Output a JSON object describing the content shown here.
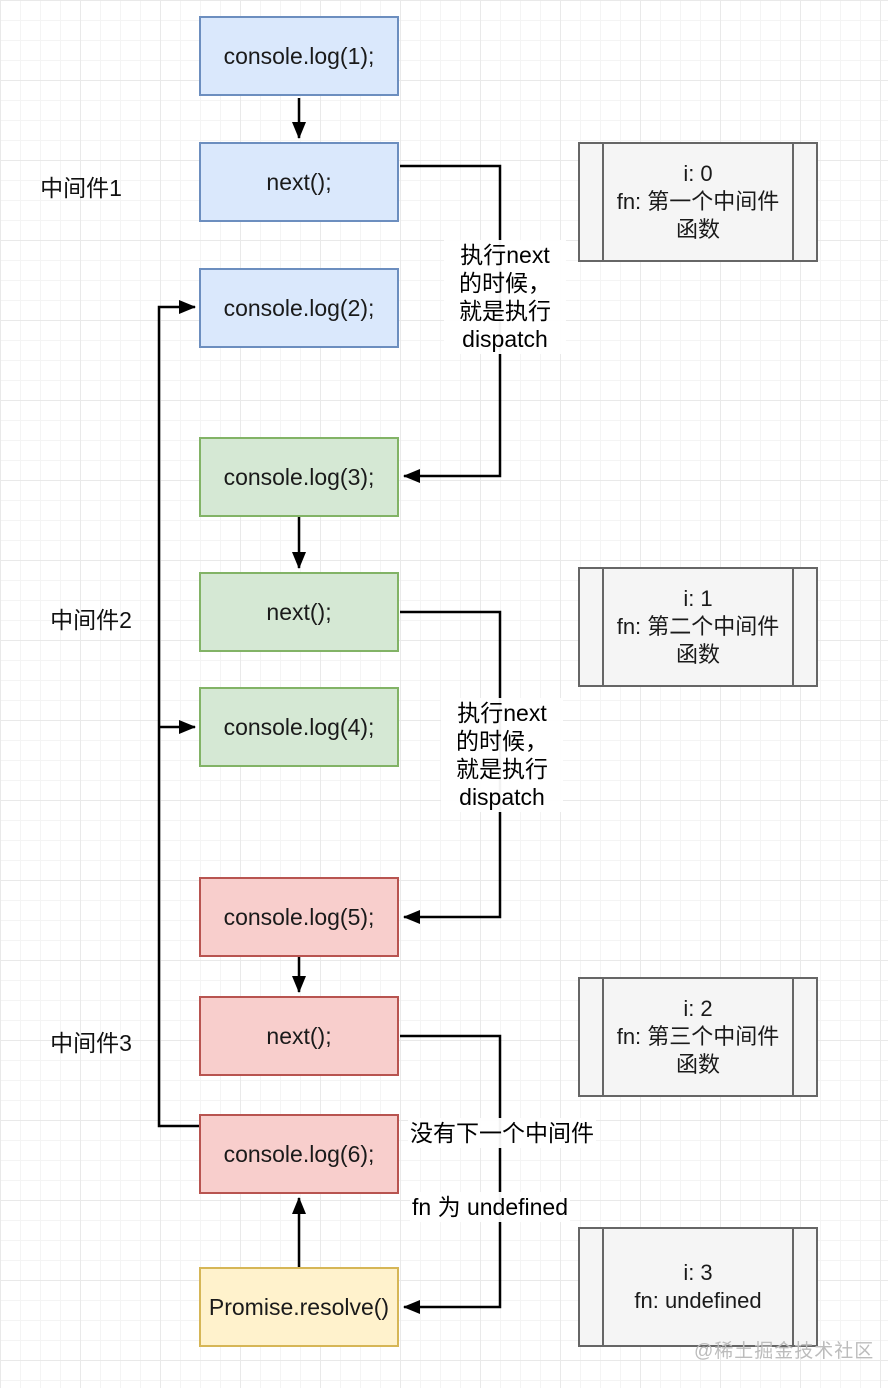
{
  "lanes": [
    {
      "label": "中间件1"
    },
    {
      "label": "中间件2"
    },
    {
      "label": "中间件3"
    }
  ],
  "nodes": {
    "log1": "console.log(1);",
    "next1": "next();",
    "log2": "console.log(2);",
    "log3": "console.log(3);",
    "next2": "next();",
    "log4": "console.log(4);",
    "log5": "console.log(5);",
    "next3": "next();",
    "log6": "console.log(6);",
    "promise": "Promise.resolve()"
  },
  "state_boxes": [
    {
      "text": "i: 0\nfn: 第一个中间件\n函数"
    },
    {
      "text": "i: 1\nfn: 第二个中间件\n函数"
    },
    {
      "text": "i: 2\nfn: 第三个中间件\n函数"
    },
    {
      "text": "i: 3\nfn: undefined"
    }
  ],
  "annotations": {
    "dispatch1": "执行next\n的时候，\n就是执行\ndispatch",
    "dispatch2": "执行next\n的时候，\n就是执行\ndispatch",
    "no_next": "没有下一个中间件",
    "fn_undefined": "fn 为 undefined"
  },
  "watermark": "@稀土掘金技术社区",
  "colors": {
    "blue_fill": "#dae8fc",
    "blue_border": "#6c8ebf",
    "green_fill": "#d5e8d4",
    "green_border": "#82b366",
    "red_fill": "#f8cecc",
    "red_border": "#b85450",
    "yellow_fill": "#fff2cc",
    "yellow_border": "#d6b656",
    "gray_fill": "#f5f5f5",
    "gray_border": "#666666",
    "line": "#000000"
  }
}
